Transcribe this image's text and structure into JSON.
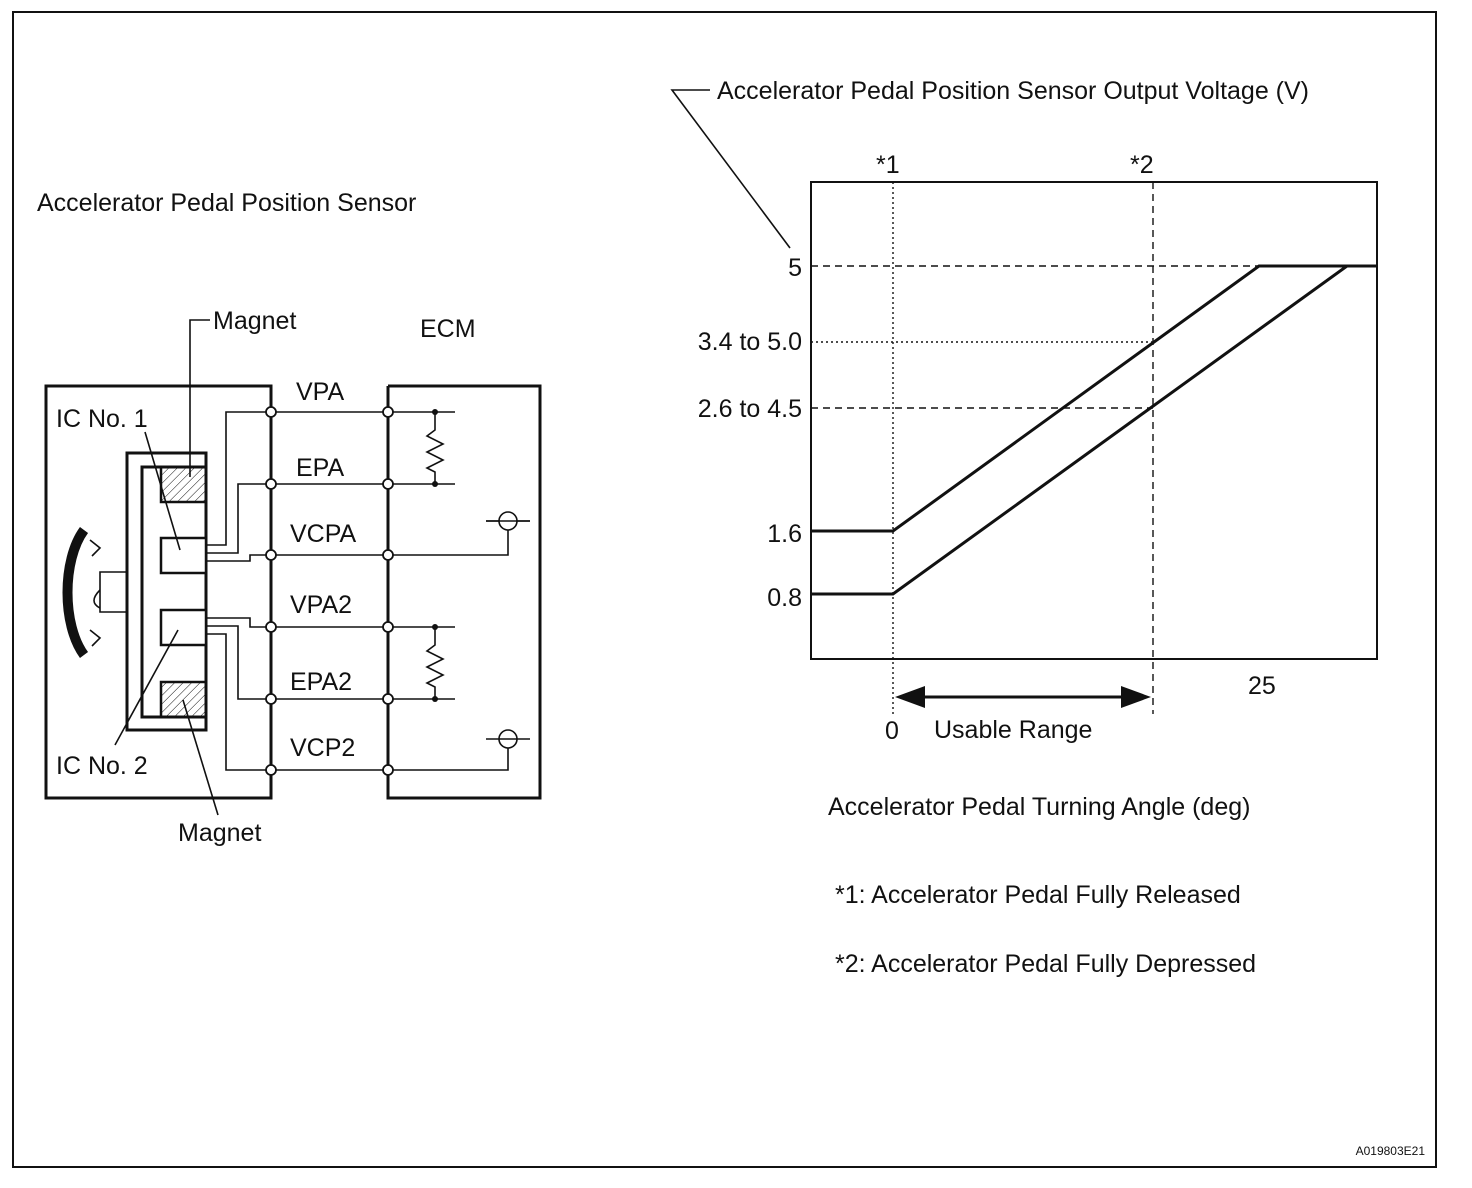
{
  "sensor": {
    "title": "Accelerator Pedal Position Sensor",
    "magnet_top": "Magnet",
    "magnet_bottom": "Magnet",
    "ic1": "IC No. 1",
    "ic2": "IC No. 2",
    "ecm": "ECM",
    "signals": [
      "VPA",
      "EPA",
      "VCPA",
      "VPA2",
      "EPA2",
      "VCP2"
    ]
  },
  "graph": {
    "ylabel": "Accelerator Pedal Position Sensor Output Voltage (V)",
    "xlabel": "Accelerator Pedal Turning Angle (deg)",
    "marker1": "*1",
    "marker2": "*2",
    "yticks": [
      "5",
      "3.4 to 5.0",
      "2.6 to 4.5",
      "1.6",
      "0.8"
    ],
    "xtick_zero": "0",
    "xtick_25": "25",
    "usable_range": "Usable Range",
    "note1": "*1: Accelerator Pedal Fully Released",
    "note2": "*2: Accelerator Pedal Fully Depressed"
  },
  "figure_id": "A019803E21",
  "chart_data": {
    "type": "line",
    "xlabel": "Accelerator Pedal Turning Angle (deg)",
    "ylabel": "Accelerator Pedal Position Sensor Output Voltage (V)",
    "series": [
      {
        "x": [
          "",
          "0",
          "*2",
          "",
          ""
        ],
        "y": [
          1.6,
          1.6,
          3.4,
          5,
          5
        ]
      },
      {
        "x": [
          "",
          "0",
          "*2",
          "",
          ""
        ],
        "y": [
          0.8,
          0.8,
          2.6,
          5,
          5
        ]
      }
    ],
    "y_reference": [
      5,
      3.4,
      5.0,
      2.6,
      4.5,
      1.6,
      0.8
    ]
  }
}
